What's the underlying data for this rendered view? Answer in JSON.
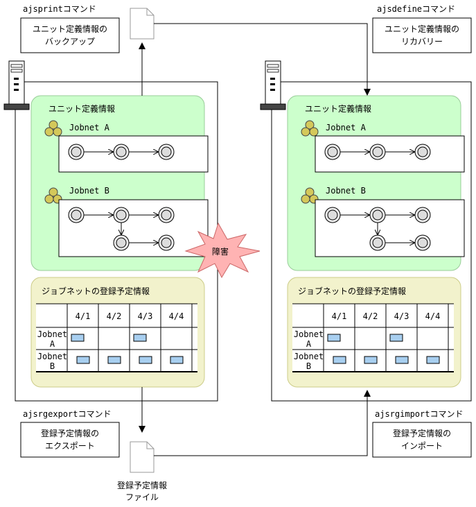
{
  "commands": {
    "print": "ajsprintコマンド",
    "define": "ajsdefineコマンド",
    "export": "ajsrgexportコマンド",
    "import": "ajsrgimportコマンド"
  },
  "operations": {
    "backup": [
      "ユニット定義情報の",
      "バックアップ"
    ],
    "recovery": [
      "ユニット定義情報の",
      "リカバリー"
    ],
    "export": [
      "登録予定情報の",
      "エクスポート"
    ],
    "import": [
      "登録予定情報の",
      "インポート"
    ]
  },
  "file_label": [
    "登録予定情報",
    "ファイル"
  ],
  "unit_area_title": "ユニット定義情報",
  "schedule_area_title": "ジョブネットの登録予定情報",
  "jobnets": [
    "Jobnet A",
    "Jobnet B"
  ],
  "failure_label": "障害",
  "schedule_table": {
    "dates": [
      "4/1",
      "4/2",
      "4/3",
      "4/4"
    ],
    "rows": [
      {
        "label": [
          "Jobnet",
          "A"
        ],
        "marks": [
          true,
          false,
          true,
          false
        ]
      },
      {
        "label": [
          "Jobnet",
          "B"
        ],
        "marks": [
          true,
          true,
          true,
          true
        ]
      }
    ]
  },
  "colors": {
    "unit_area": "#ccffcc",
    "schedule_area": "#f2f2cc",
    "mark": "#a8cff0",
    "failure": "#ffb3b3",
    "jobnet_icon": "#d4c85a"
  }
}
